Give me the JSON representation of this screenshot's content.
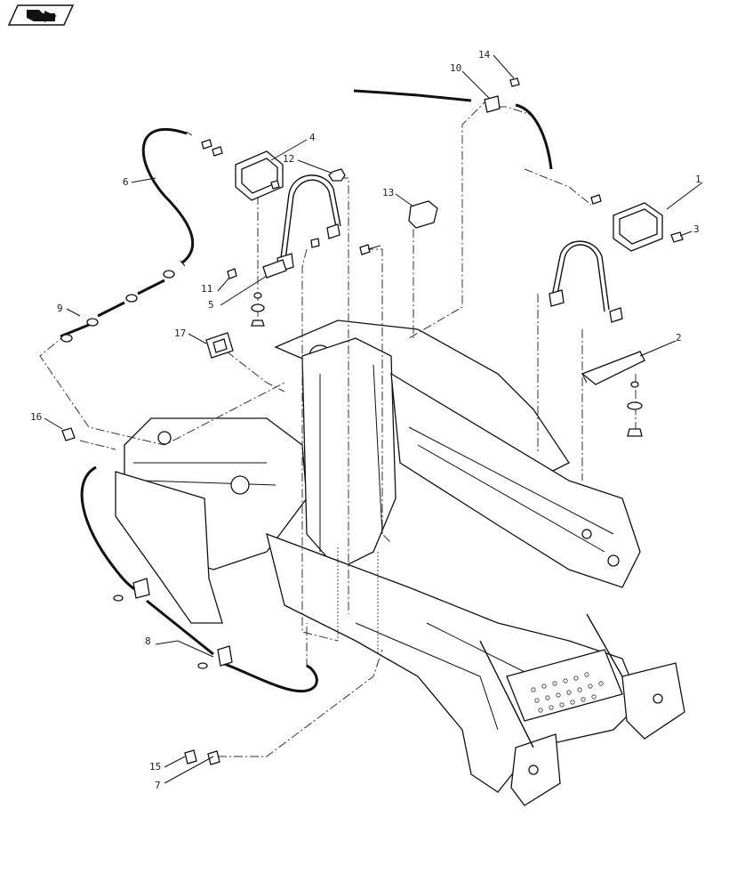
{
  "diagram": {
    "callouts": [
      {
        "id": "c1",
        "label": "1"
      },
      {
        "id": "c2",
        "label": "2"
      },
      {
        "id": "c3",
        "label": "3"
      },
      {
        "id": "c4",
        "label": "4"
      },
      {
        "id": "c5",
        "label": "5"
      },
      {
        "id": "c6",
        "label": "6"
      },
      {
        "id": "c7",
        "label": "7"
      },
      {
        "id": "c8",
        "label": "8"
      },
      {
        "id": "c9",
        "label": "9"
      },
      {
        "id": "c10",
        "label": "10"
      },
      {
        "id": "c11",
        "label": "11"
      },
      {
        "id": "c12",
        "label": "12"
      },
      {
        "id": "c13",
        "label": "13"
      },
      {
        "id": "c14",
        "label": "14"
      },
      {
        "id": "c15",
        "label": "15"
      },
      {
        "id": "c16",
        "label": "16"
      },
      {
        "id": "c17",
        "label": "17"
      }
    ]
  },
  "icons": {
    "nav": "back-arrow-icon"
  }
}
